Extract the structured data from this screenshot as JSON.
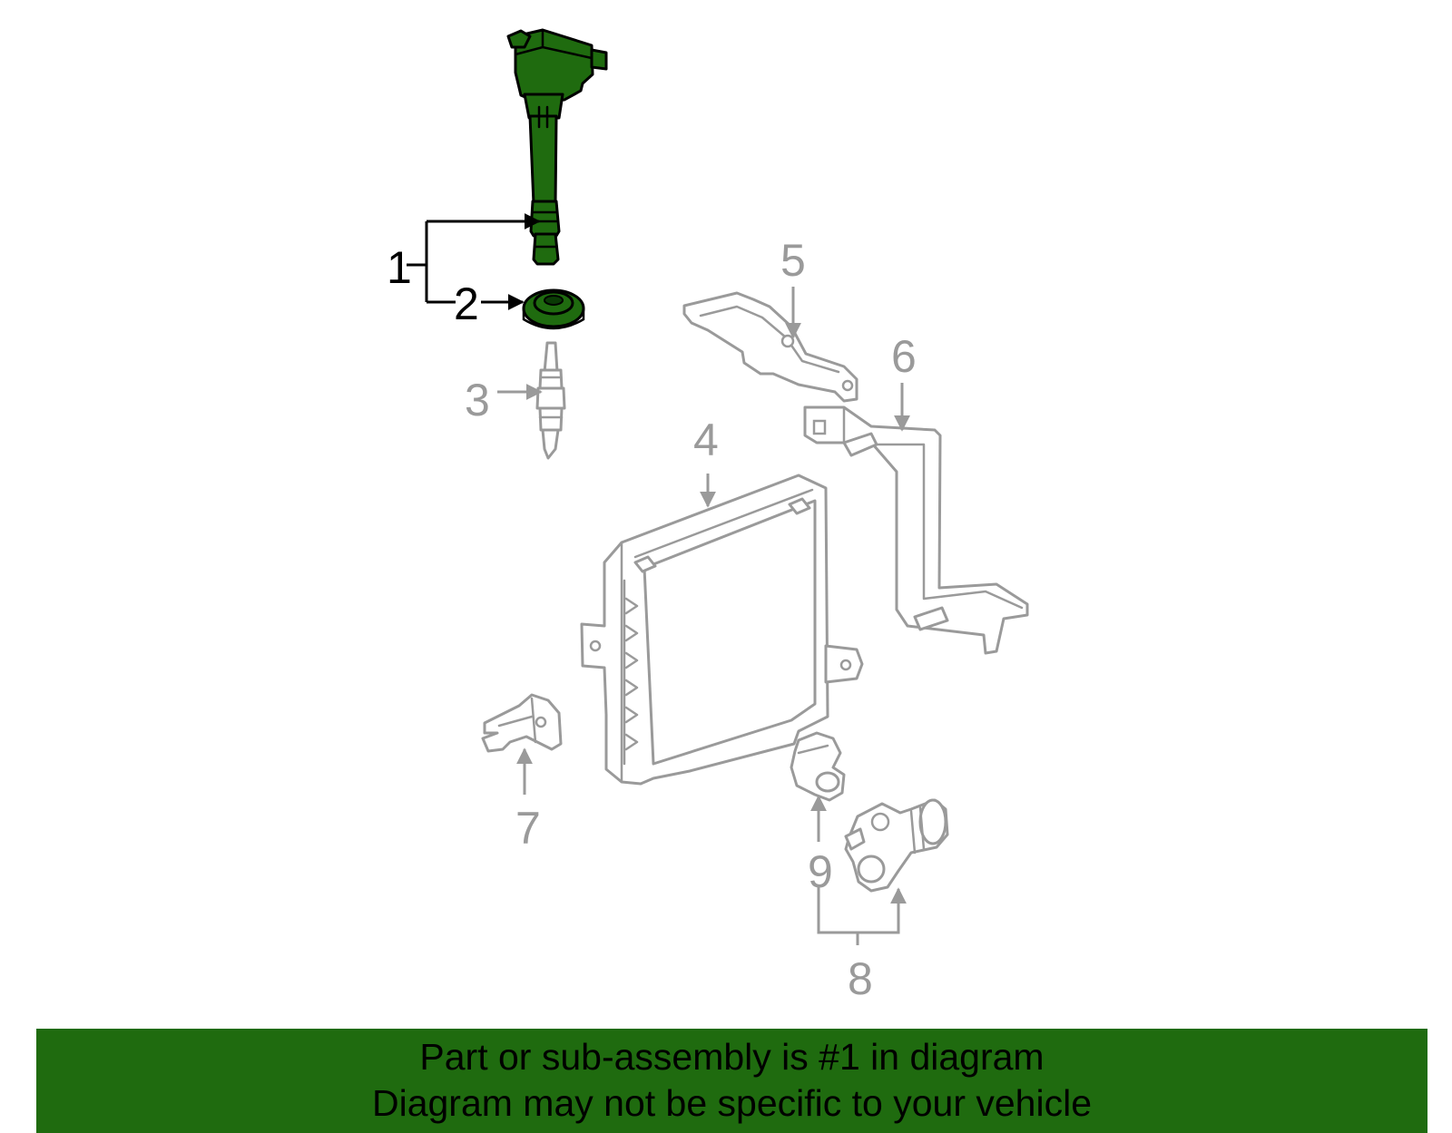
{
  "colors": {
    "highlight": "#1f6b0f",
    "line_gray": "#9a9a9a",
    "active_black": "#000000",
    "background": "#ffffff"
  },
  "diagram": {
    "highlighted_part": "1",
    "callouts": [
      {
        "id": "1",
        "part": "ignition coil assembly",
        "highlighted": true
      },
      {
        "id": "2",
        "part": "coil seal",
        "highlighted": true
      },
      {
        "id": "3",
        "part": "spark plug",
        "highlighted": false
      },
      {
        "id": "4",
        "part": "engine control module",
        "highlighted": false
      },
      {
        "id": "5",
        "part": "module bracket",
        "highlighted": false
      },
      {
        "id": "6",
        "part": "module support bracket",
        "highlighted": false
      },
      {
        "id": "7",
        "part": "mounting bracket",
        "highlighted": false
      },
      {
        "id": "8",
        "part": "sensor assembly",
        "highlighted": false
      },
      {
        "id": "9",
        "part": "sensor connector",
        "highlighted": false
      }
    ]
  },
  "banner": {
    "line1": "Part or sub-assembly is #1 in diagram",
    "line2": "Diagram may not be specific to your vehicle"
  }
}
